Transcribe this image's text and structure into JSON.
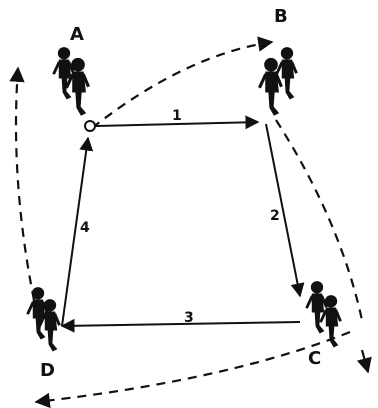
{
  "corners": {
    "a": {
      "label": "A"
    },
    "b": {
      "label": "B"
    },
    "c": {
      "label": "C"
    },
    "d": {
      "label": "D"
    }
  },
  "passes": [
    {
      "label": "1",
      "from": "A",
      "to": "B"
    },
    {
      "label": "2",
      "from": "B",
      "to": "C"
    },
    {
      "label": "3",
      "from": "C",
      "to": "D"
    },
    {
      "label": "4",
      "from": "D",
      "to": "A"
    }
  ],
  "colors": {
    "ink": "#111111",
    "background": "#ffffff"
  },
  "icons": [
    "player-figure-icon",
    "ball-icon"
  ]
}
